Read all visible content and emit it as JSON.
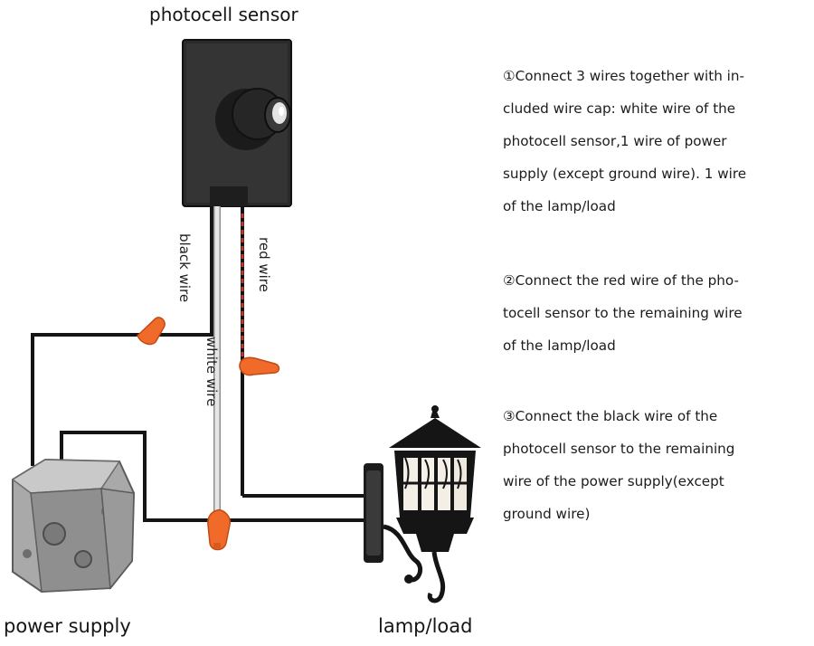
{
  "labels": {
    "photocell": "photocell sensor",
    "power_supply": "power supply",
    "lamp": "lamp/load",
    "black_wire": "black wire",
    "red_wire": "red wire",
    "white_wire": "white wire"
  },
  "instructions": [
    {
      "lines": [
        "①Connect 3 wires together with in-",
        "cluded wire cap: white wire of the",
        "photocell sensor,1 wire of power",
        "supply (except ground wire). 1 wire",
        "of the lamp/load"
      ]
    },
    {
      "lines": [
        "②Connect the red wire of the pho-",
        "tocell sensor to the remaining wire",
        "of the lamp/load"
      ]
    },
    {
      "lines": [
        "③Connect the black wire of the",
        "photocell sensor to the remaining",
        "wire of the power supply(except",
        "ground wire)"
      ]
    }
  ],
  "colors": {
    "wire_black": "#151515",
    "wire_red": "#c0392b",
    "wire_white": "#bdbdbd",
    "wire_cap": "#f06a2a",
    "sensor_body": "#2a2a2a",
    "box_metal": "#a9a9a9"
  }
}
